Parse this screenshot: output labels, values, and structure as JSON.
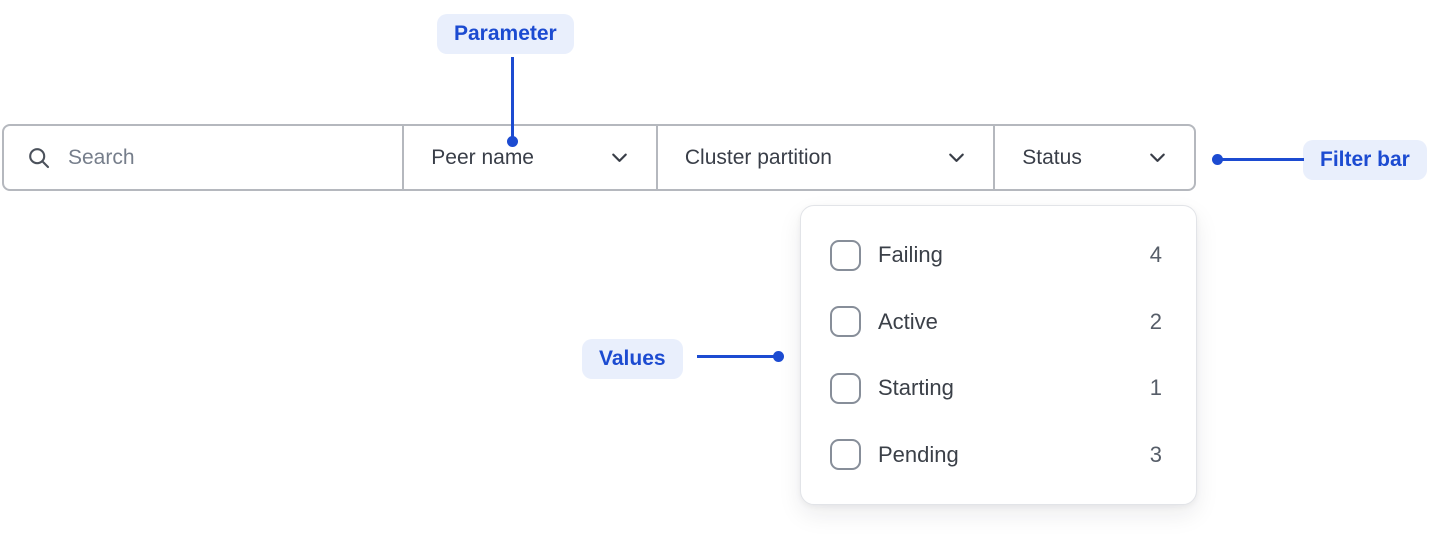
{
  "annotations": {
    "parameter_label": "Parameter",
    "filter_bar_label": "Filter bar",
    "values_label": "Values"
  },
  "filter_bar": {
    "search_placeholder": "Search",
    "dropdowns": [
      {
        "label": "Peer name",
        "state": "closed"
      },
      {
        "label": "Cluster partition",
        "state": "closed"
      },
      {
        "label": "Status",
        "state": "open"
      }
    ]
  },
  "status_dropdown": {
    "options": [
      {
        "label": "Failing",
        "count": "4",
        "checked": false
      },
      {
        "label": "Active",
        "count": "2",
        "checked": false
      },
      {
        "label": "Starting",
        "count": "1",
        "checked": false
      },
      {
        "label": "Pending",
        "count": "3",
        "checked": false
      }
    ]
  },
  "colors": {
    "annotation_blue": "#1c4bd1",
    "annotation_badge_bg": "#e9effc",
    "bar_border": "#b5b8be",
    "text_dark": "#393e48",
    "count_text": "#565d68",
    "placeholder_text": "#767e8b",
    "checkbox_border": "#878e99",
    "panel_border": "#e2e4e8"
  }
}
